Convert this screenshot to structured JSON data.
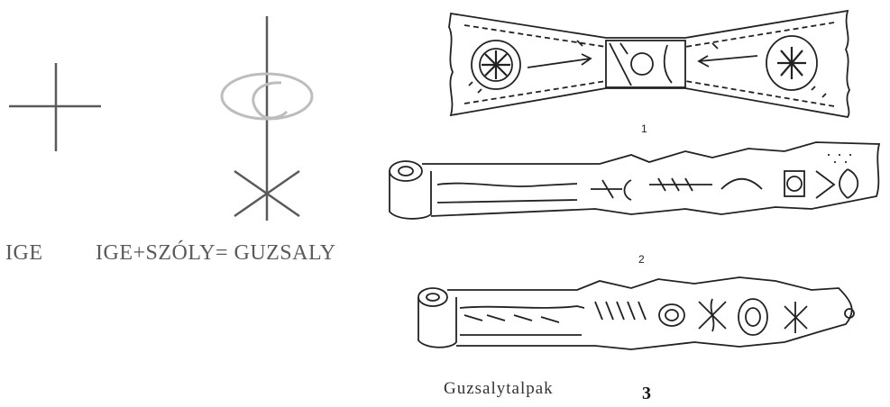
{
  "symbols": {
    "ige_label": "IGE",
    "guzsaly_label": "IGE+SZÓLY= GUZSALY"
  },
  "drawings": {
    "label_1": "1",
    "label_2": "2",
    "caption": "Guzsalytalpak",
    "figure_number": "3"
  },
  "colors": {
    "line": "#5a5a5a",
    "ellipse": "#bdbdbd",
    "ink": "#222222"
  }
}
